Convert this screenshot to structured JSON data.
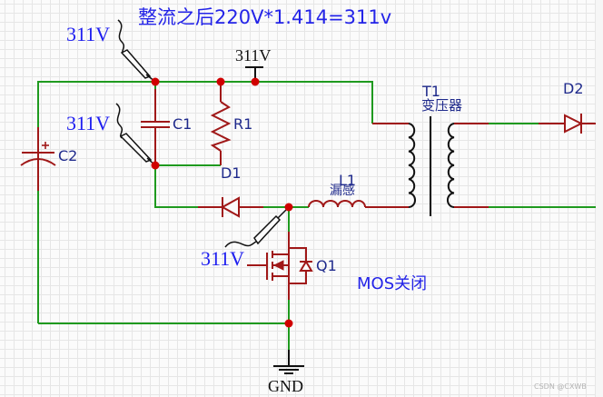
{
  "title_note": "整流之后220V*1.414=311v",
  "annotation": "MOS关闭",
  "probes": [
    {
      "id": "probe-top",
      "label": "311V"
    },
    {
      "id": "probe-mid",
      "label": "311V"
    },
    {
      "id": "probe-mos",
      "label": "311V"
    }
  ],
  "net_labels": {
    "vbus": "311V",
    "gnd": "GND"
  },
  "components": {
    "C1": {
      "ref": "C1"
    },
    "C2": {
      "ref": "C2",
      "polarity": "+"
    },
    "R1": {
      "ref": "R1"
    },
    "D1": {
      "ref": "D1"
    },
    "D2": {
      "ref": "D2"
    },
    "L1": {
      "ref": "L1",
      "value": "漏感"
    },
    "T1": {
      "ref": "T1",
      "value": "变压器"
    },
    "Q1": {
      "ref": "Q1"
    }
  },
  "colors": {
    "wire": "#1f9a1f",
    "pin": "#a01818",
    "junction": "#d00000",
    "text_blue": "#2424e8",
    "ref_blue": "#1f2a8c"
  },
  "watermark": "CSDN @CXWB"
}
